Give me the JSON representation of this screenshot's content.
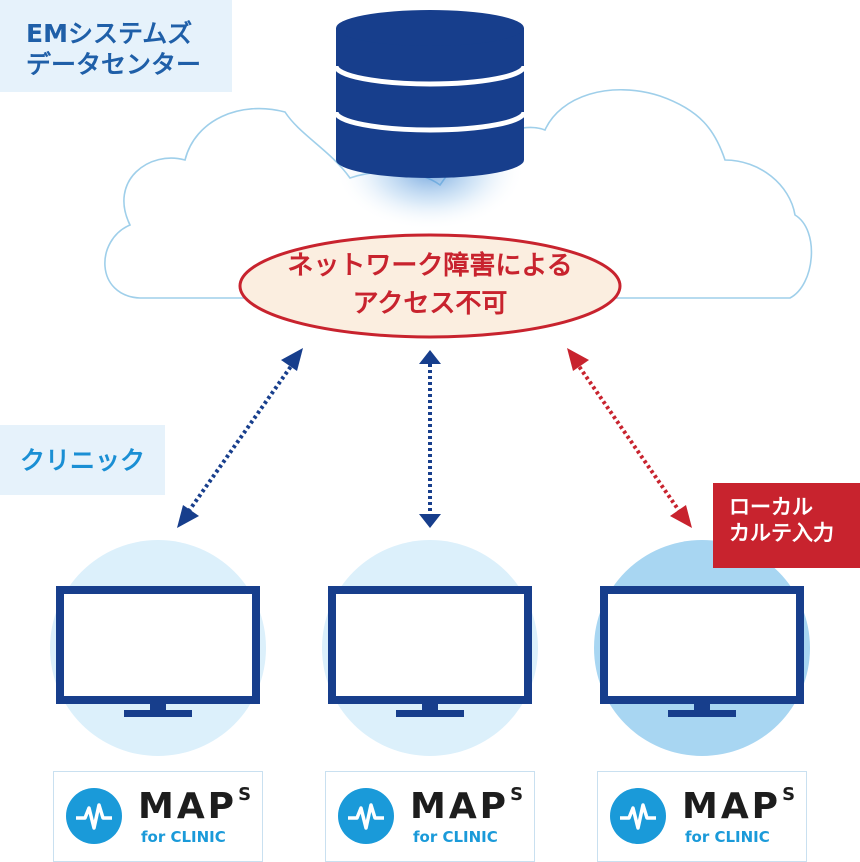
{
  "datacenter": {
    "lines": [
      "EMシステムズ",
      "データセンター"
    ]
  },
  "error": {
    "lines": [
      "ネットワーク障害による",
      "アクセス不可"
    ]
  },
  "clinic": {
    "label": "クリニック"
  },
  "local": {
    "lines": [
      "ローカル",
      "カルテ入力"
    ]
  },
  "logo": {
    "name": "MAPS",
    "sup": "S",
    "sub": "for CLINIC"
  },
  "logos": [
    {
      "name": "MAP",
      "sup": "S",
      "sub": "for CLINIC"
    },
    {
      "name": "MAP",
      "sup": "S",
      "sub": "for CLINIC"
    },
    {
      "name": "MAP",
      "sup": "S",
      "sub": "for CLINIC"
    }
  ],
  "colors": {
    "navy": "#173e8c",
    "red": "#c8232e",
    "sky": "#1a9ad9",
    "cloud_stroke": "#9fcfea",
    "circle_light": "#dcf0fb",
    "circle_active": "#a8d6f2"
  },
  "icons": [
    "database-icon",
    "cloud-icon",
    "monitor-icon",
    "heartbeat-icon"
  ]
}
